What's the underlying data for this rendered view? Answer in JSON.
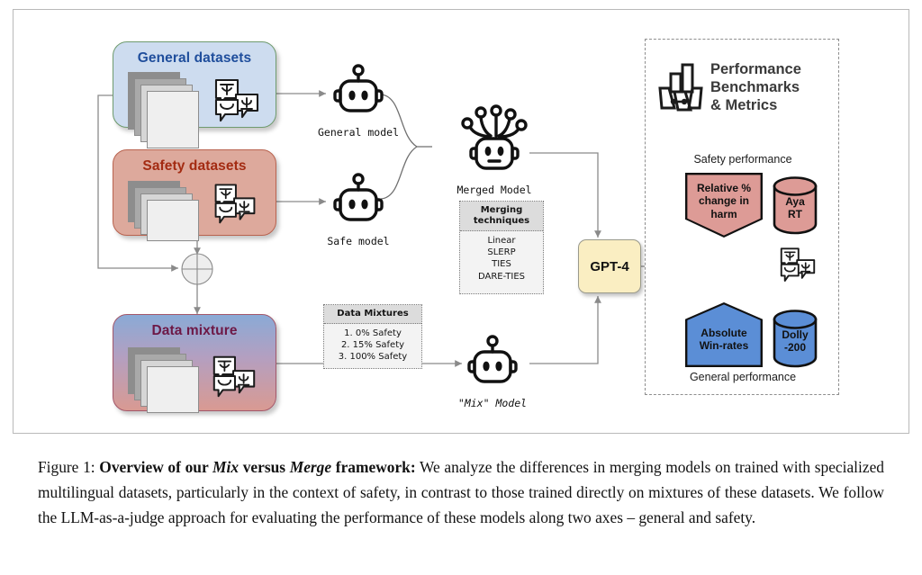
{
  "figure": {
    "caption_label": "Figure 1:",
    "caption_bold_1": "Overview of our ",
    "caption_italic_1": "Mix",
    "caption_bold_2": " versus ",
    "caption_italic_2": "Merge",
    "caption_bold_3": " framework:",
    "caption_rest": " We analyze the differences in merging models on trained with specialized multilingual datasets, particularly in the context of safety, in contrast to those trained directly on mixtures of these datasets. We follow the LLM-as-a-judge approach for evaluating the performance of these models along two axes – general and safety."
  },
  "inputs": {
    "general_datasets": {
      "title": "General datasets",
      "fill": "#cddcef",
      "border": "#6f9b6e",
      "title_color": "#1f4e9c",
      "icon": "stacked-documents-icon",
      "lang_icon": "multilingual-chat-icon"
    },
    "safety_datasets": {
      "title": "Safety datasets",
      "fill": "#dda99c",
      "border": "#b9634f",
      "title_color": "#a32b12",
      "icon": "stacked-documents-icon",
      "lang_icon": "multilingual-chat-icon"
    },
    "data_mixture": {
      "title": "Data mixture",
      "fill": "#b49fc0",
      "border": "#a3576a",
      "title_color": "#6d1846",
      "icon": "stacked-documents-icon",
      "lang_icon": "multilingual-chat-icon"
    }
  },
  "models": {
    "general_model": {
      "label": "General model",
      "icon": "robot-icon"
    },
    "safe_model": {
      "label": "Safe model",
      "icon": "robot-icon"
    },
    "merged_model": {
      "label": "Merged Model",
      "icon": "robot-network-icon"
    },
    "mix_model": {
      "label": "\"Mix\" Model",
      "icon": "robot-icon"
    }
  },
  "merging_techniques": {
    "header": "Merging techniques",
    "header_line1": "Merging",
    "header_line2": "techniques",
    "items": [
      "Linear",
      "SLERP",
      "TIES",
      "DARE-TIES"
    ]
  },
  "data_mixtures": {
    "header": "Data Mixtures",
    "items": [
      "1.  0% Safety",
      "2. 15% Safety",
      "3. 100% Safety"
    ]
  },
  "judge": {
    "label": "GPT-4",
    "fill": "#faeec2"
  },
  "merge_operator": {
    "name": "merge-circle-operator",
    "symbol": "⊕"
  },
  "evaluation_panel": {
    "header_line1": "Performance",
    "header_line2": "Benchmarks",
    "header_line3": "& Metrics",
    "header_icon": "benchmark-chart-icon",
    "safety_caption": "Safety performance",
    "general_caption": "General performance",
    "lang_icon": "multilingual-chat-icon",
    "safety_metric": {
      "line1": "Relative %",
      "line2": "change in",
      "line3": "harm",
      "fill": "#dd9b96",
      "shape": "pentagon-pointed-down"
    },
    "safety_dataset": {
      "line1": "Aya",
      "line2": "RT",
      "fill": "#dd9b96",
      "shape": "cylinder"
    },
    "general_metric": {
      "line1": "Absolute",
      "line2": "Win-rates",
      "fill": "#5b8ed6",
      "shape": "pentagon-pointed-up"
    },
    "general_dataset": {
      "line1": "Dolly",
      "line2": "-200",
      "fill": "#5b8ed6",
      "shape": "cylinder"
    }
  }
}
